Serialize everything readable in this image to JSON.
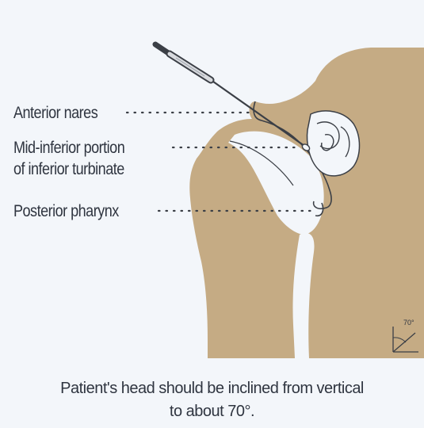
{
  "labels": {
    "anterior_nares": "Anterior nares",
    "mid_inferior_line1": "Mid-inferior portion",
    "mid_inferior_line2": "of inferior turbinate",
    "posterior_pharynx": "Posterior pharynx"
  },
  "caption": {
    "line1": "Patient's head should be inclined from vertical",
    "line2": "to about 70°."
  },
  "angle_indicator": {
    "label": "70°",
    "value_degrees": 70
  },
  "colors": {
    "skin": "#c5ab84",
    "background": "#f3f6fa",
    "outline": "#3b3f46",
    "text": "#2f3540"
  },
  "icons": {
    "swab": "swab-icon",
    "angle": "angle-icon"
  }
}
